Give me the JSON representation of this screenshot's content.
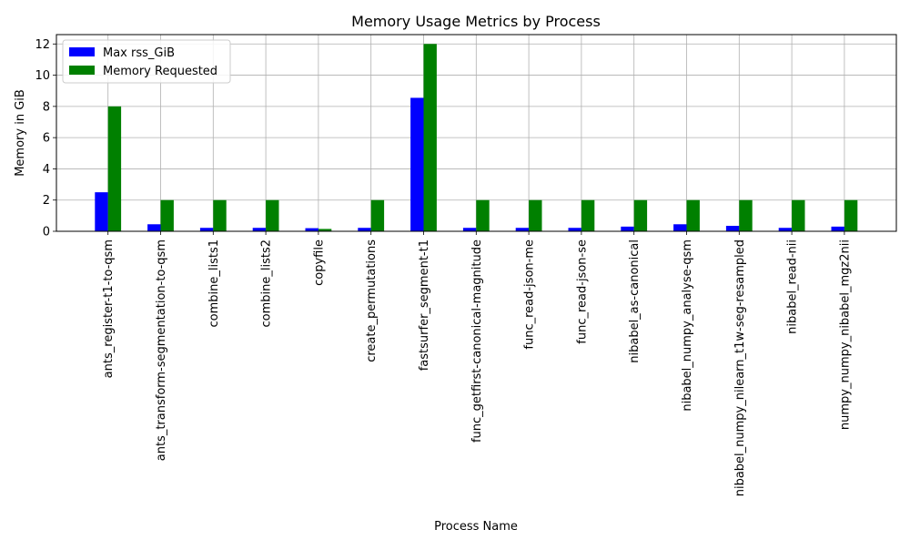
{
  "chart_data": {
    "type": "bar",
    "title": "Memory Usage Metrics by Process",
    "xlabel": "Process Name",
    "ylabel": "Memory in GiB",
    "ylim": [
      0,
      12.6
    ],
    "yticks": [
      0,
      2,
      4,
      6,
      8,
      10,
      12
    ],
    "grid": true,
    "legend_position": "upper-left",
    "categories": [
      "ants_register-t1-to-qsm",
      "ants_transform-segmentation-to-qsm",
      "combine_lists1",
      "combine_lists2",
      "copyfile",
      "create_permutations",
      "fastsurfer_segment-t1",
      "func_getfirst-canonical-magnitude",
      "func_read-json-me",
      "func_read-json-se",
      "nibabel_as-canonical",
      "nibabel_numpy_analyse-qsm",
      "nibabel_numpy_nilearn_t1w-seg-resampled",
      "nibabel_read-nii",
      "numpy_numpy_nibabel_mgz2nii"
    ],
    "series": [
      {
        "name": "Max rss_GiB",
        "color": "#0000ff",
        "values": [
          2.5,
          0.45,
          0.22,
          0.22,
          0.2,
          0.22,
          8.55,
          0.22,
          0.22,
          0.22,
          0.3,
          0.45,
          0.35,
          0.22,
          0.3
        ]
      },
      {
        "name": "Memory Requested",
        "color": "#008000",
        "values": [
          8,
          2,
          2,
          2,
          0.15,
          2,
          12,
          2,
          2,
          2,
          2,
          2,
          2,
          2,
          2
        ]
      }
    ]
  }
}
